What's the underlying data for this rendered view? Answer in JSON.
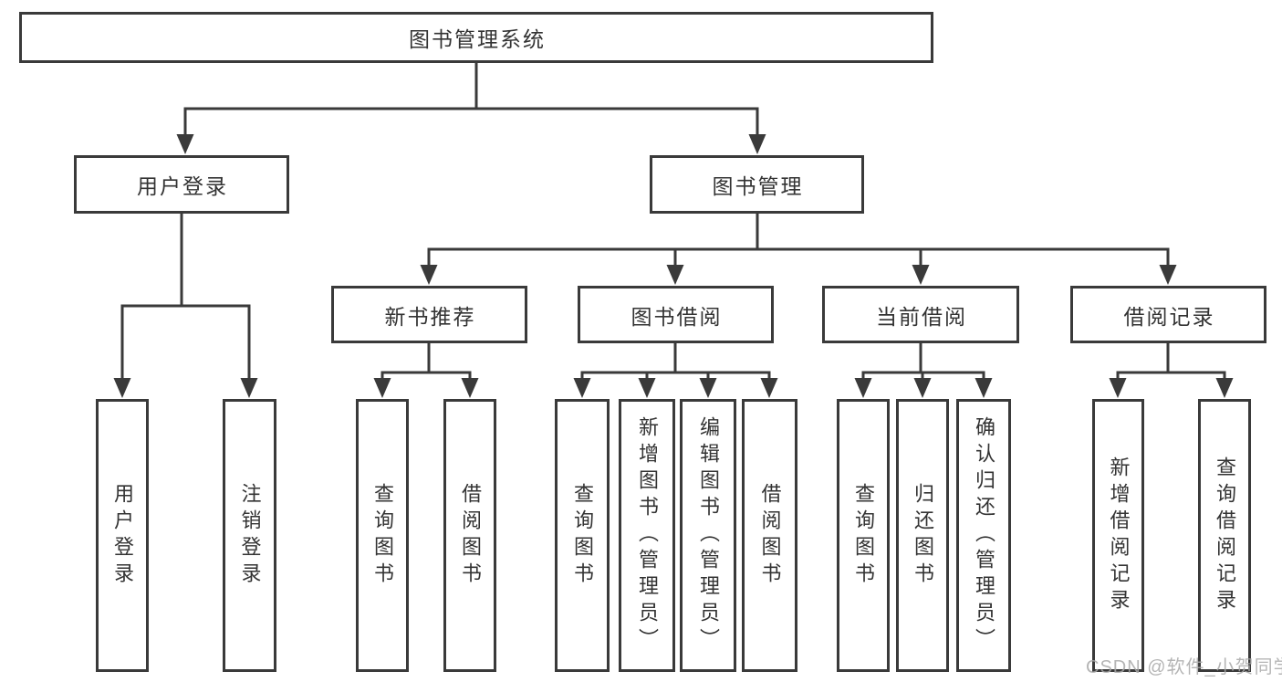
{
  "diagram": {
    "kind": "hierarchy-tree",
    "title": "图书管理系统"
  },
  "nodes": {
    "root": {
      "label": "图书管理系统"
    },
    "login": {
      "label": "用户登录"
    },
    "mgmt": {
      "label": "图书管理"
    },
    "newbook": {
      "label": "新书推荐"
    },
    "borrow": {
      "label": "图书借阅"
    },
    "current": {
      "label": "当前借阅"
    },
    "records": {
      "label": "借阅记录"
    },
    "leaf_login": {
      "label": "用户登录"
    },
    "leaf_logout": {
      "label": "注销登录"
    },
    "leaf_new_query": {
      "label": "查询图书"
    },
    "leaf_new_borrow": {
      "label": "借阅图书"
    },
    "leaf_b_query": {
      "label": "查询图书"
    },
    "leaf_b_add": {
      "label": "新增图书（管理员）"
    },
    "leaf_b_edit": {
      "label": "编辑图书（管理员）"
    },
    "leaf_b_borrow": {
      "label": "借阅图书"
    },
    "leaf_c_query": {
      "label": "查询图书"
    },
    "leaf_c_return": {
      "label": "归还图书"
    },
    "leaf_c_confirm": {
      "label": "确认归还（管理员）"
    },
    "leaf_r_add": {
      "label": "新增借阅记录"
    },
    "leaf_r_query": {
      "label": "查询借阅记录"
    }
  },
  "hierarchy": {
    "id": "root",
    "children": [
      {
        "id": "login",
        "children": [
          {
            "id": "leaf_login"
          },
          {
            "id": "leaf_logout"
          }
        ]
      },
      {
        "id": "mgmt",
        "children": [
          {
            "id": "newbook",
            "children": [
              {
                "id": "leaf_new_query"
              },
              {
                "id": "leaf_new_borrow"
              }
            ]
          },
          {
            "id": "borrow",
            "children": [
              {
                "id": "leaf_b_query"
              },
              {
                "id": "leaf_b_add"
              },
              {
                "id": "leaf_b_edit"
              },
              {
                "id": "leaf_b_borrow"
              }
            ]
          },
          {
            "id": "current",
            "children": [
              {
                "id": "leaf_c_query"
              },
              {
                "id": "leaf_c_return"
              },
              {
                "id": "leaf_c_confirm"
              }
            ]
          },
          {
            "id": "records",
            "children": [
              {
                "id": "leaf_r_add"
              },
              {
                "id": "leaf_r_query"
              }
            ]
          }
        ]
      }
    ]
  },
  "watermark": {
    "text": "CSDN @软件_小贺同学"
  },
  "colors": {
    "line": "#3a3a3a",
    "text": "#333333",
    "watermark": "#a9a9a9",
    "background": "#ffffff"
  }
}
